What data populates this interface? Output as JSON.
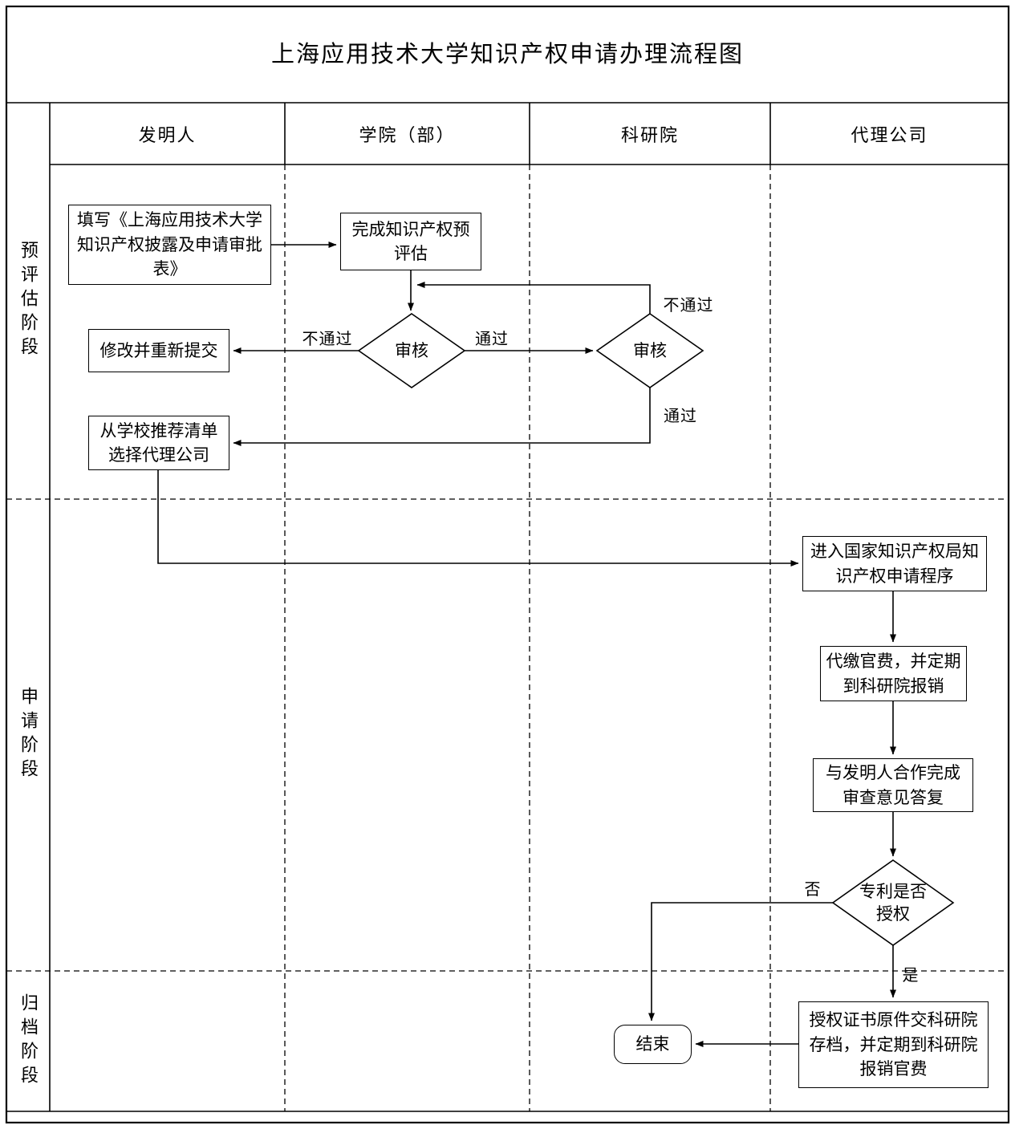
{
  "title": "上海应用技术大学知识产权申请办理流程图",
  "colors": {
    "line": "#000000",
    "background": "#ffffff"
  },
  "lanes": [
    {
      "label": "发明人"
    },
    {
      "label": "学院（部）"
    },
    {
      "label": "科研院"
    },
    {
      "label": "代理公司"
    }
  ],
  "phases": [
    {
      "label": "预评估阶段"
    },
    {
      "label": "申请阶段"
    },
    {
      "label": "归档阶段"
    }
  ],
  "nodes": {
    "fill_form": "填写《上海应用技术大学知识产权披露及申请审批表》",
    "pre_evaluation": "完成知识产权预评估",
    "review_college": "审核",
    "modify_resubmit": "修改并重新提交",
    "review_institute": "审核",
    "select_agency": "从学校推荐清单选择代理公司",
    "enter_procedure": "进入国家知识产权局知识产权申请程序",
    "pay_fees": "代缴官费，并定期到科研院报销",
    "cooperate_reply": "与发明人合作完成审查意见答复",
    "patent_granted": "专利是否授权",
    "archive_certificate": "授权证书原件交科研院存档，并定期到科研院报销官费",
    "end": "结束"
  },
  "edge_labels": {
    "fail_college": "不通过",
    "pass_college": "通过",
    "fail_institute": "不通过",
    "pass_institute": "通过",
    "no": "否",
    "yes": "是"
  }
}
